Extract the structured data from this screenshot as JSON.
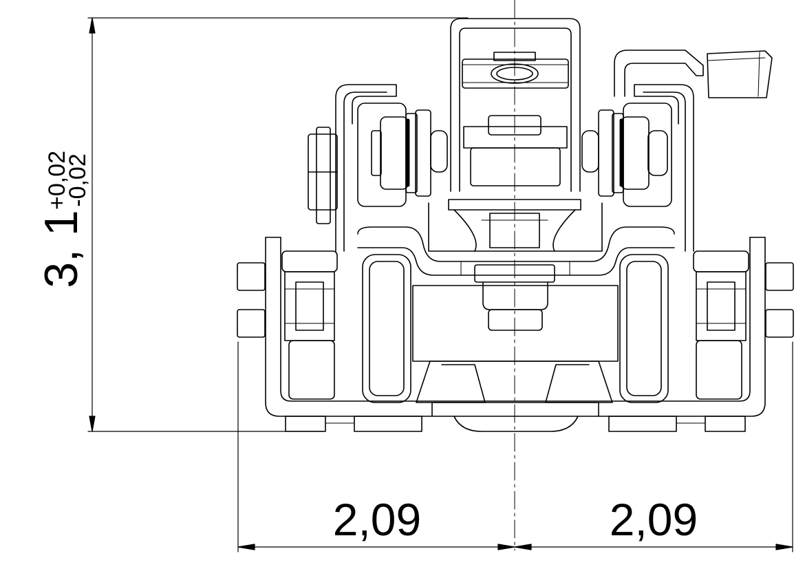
{
  "dimensions": {
    "height": {
      "value": "3, 1",
      "tolerance_upper": "+0,02",
      "tolerance_lower": "-0,02"
    },
    "width_left": {
      "value": "2,09"
    },
    "width_right": {
      "value": "2,09"
    }
  },
  "style": {
    "line_color": "#000000",
    "background": "#ffffff"
  }
}
